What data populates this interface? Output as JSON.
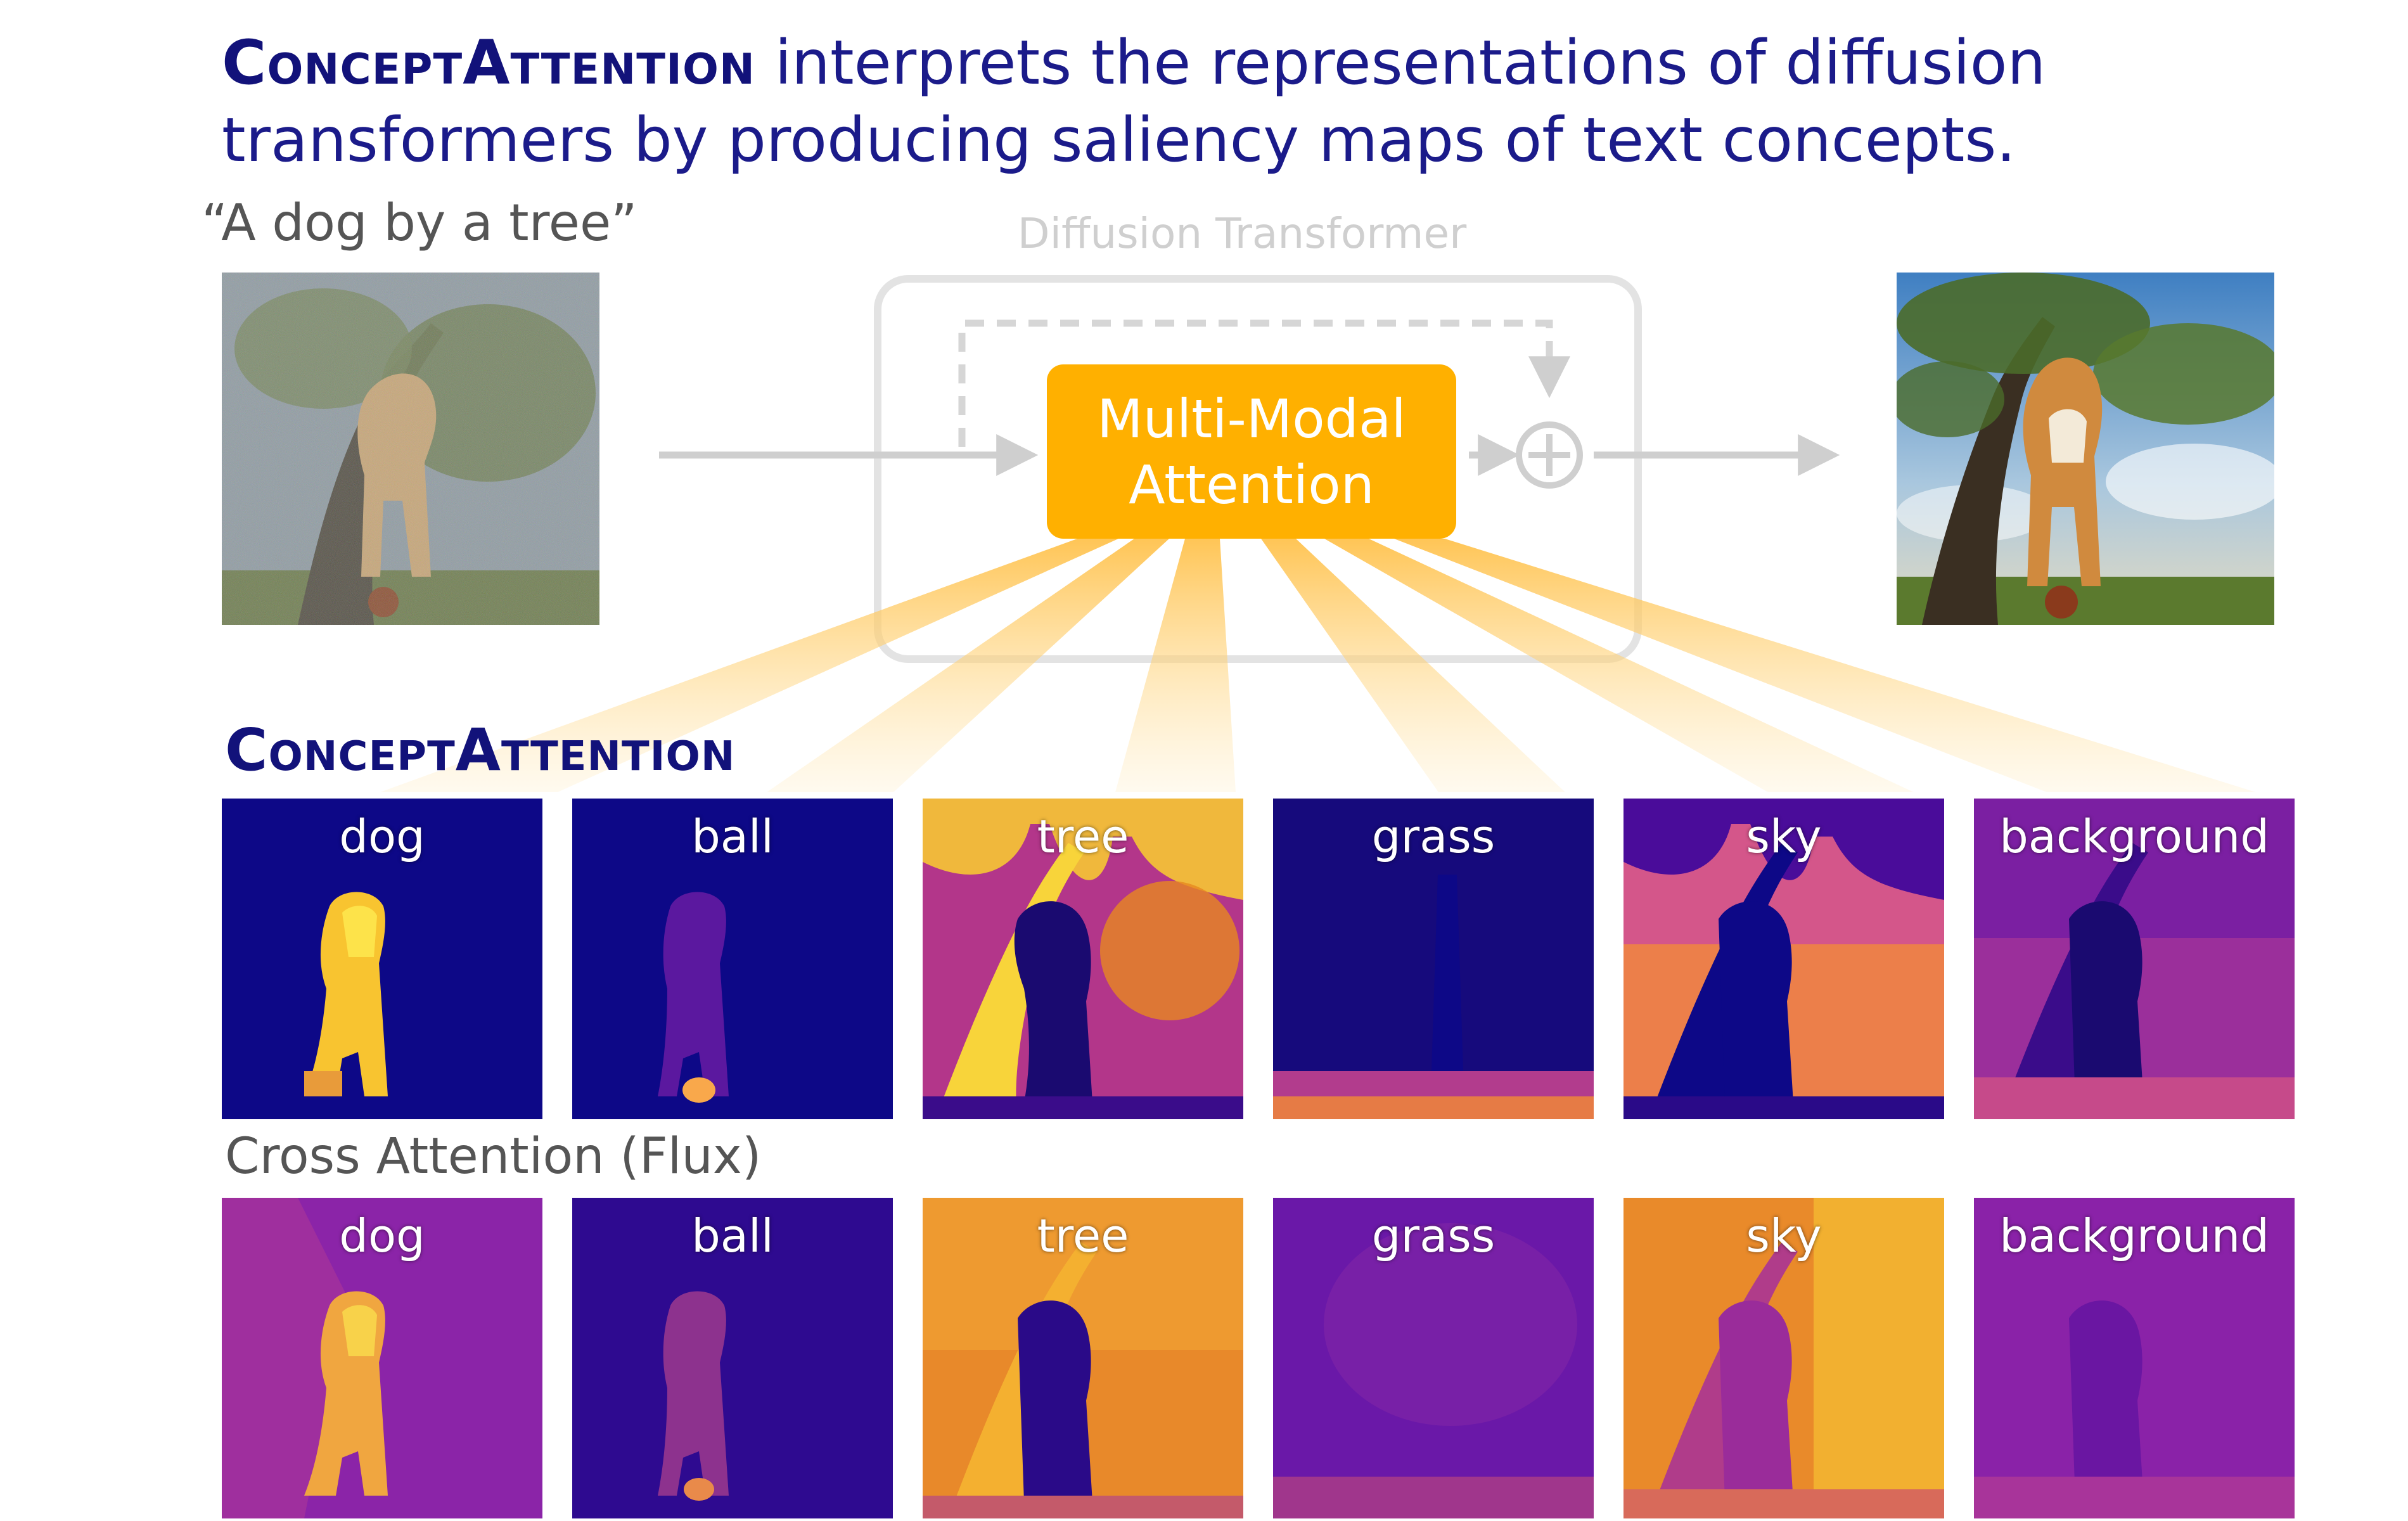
{
  "headline": {
    "brand": "ConceptAttention",
    "text": " interprets the representations of diffusion transformers by producing saliency maps of text concepts."
  },
  "prompt": "“A dog by a tree”",
  "diagram": {
    "block_label": "Diffusion Transformer",
    "attention_label": "Multi-Modal\nAttention",
    "residual_add_symbol": "⊕",
    "colors": {
      "attention": "#ffb000",
      "arrows": "#cccccc",
      "rays": "#ffd27a"
    }
  },
  "images": {
    "input": {
      "icon": "noisy-dog-tree-image"
    },
    "output": {
      "icon": "generated-dog-tree-image"
    }
  },
  "rows": [
    {
      "title": "ConceptAttention",
      "concepts": [
        "dog",
        "ball",
        "tree",
        "grass",
        "sky",
        "background"
      ]
    },
    {
      "title": "Cross Attention (Flux)",
      "concepts": [
        "dog",
        "ball",
        "tree",
        "grass",
        "sky",
        "background"
      ]
    }
  ],
  "colors": {
    "title": "#12127a",
    "map_low": "#0d0887",
    "map_mid": "#cc4778",
    "map_high": "#f0f921"
  }
}
